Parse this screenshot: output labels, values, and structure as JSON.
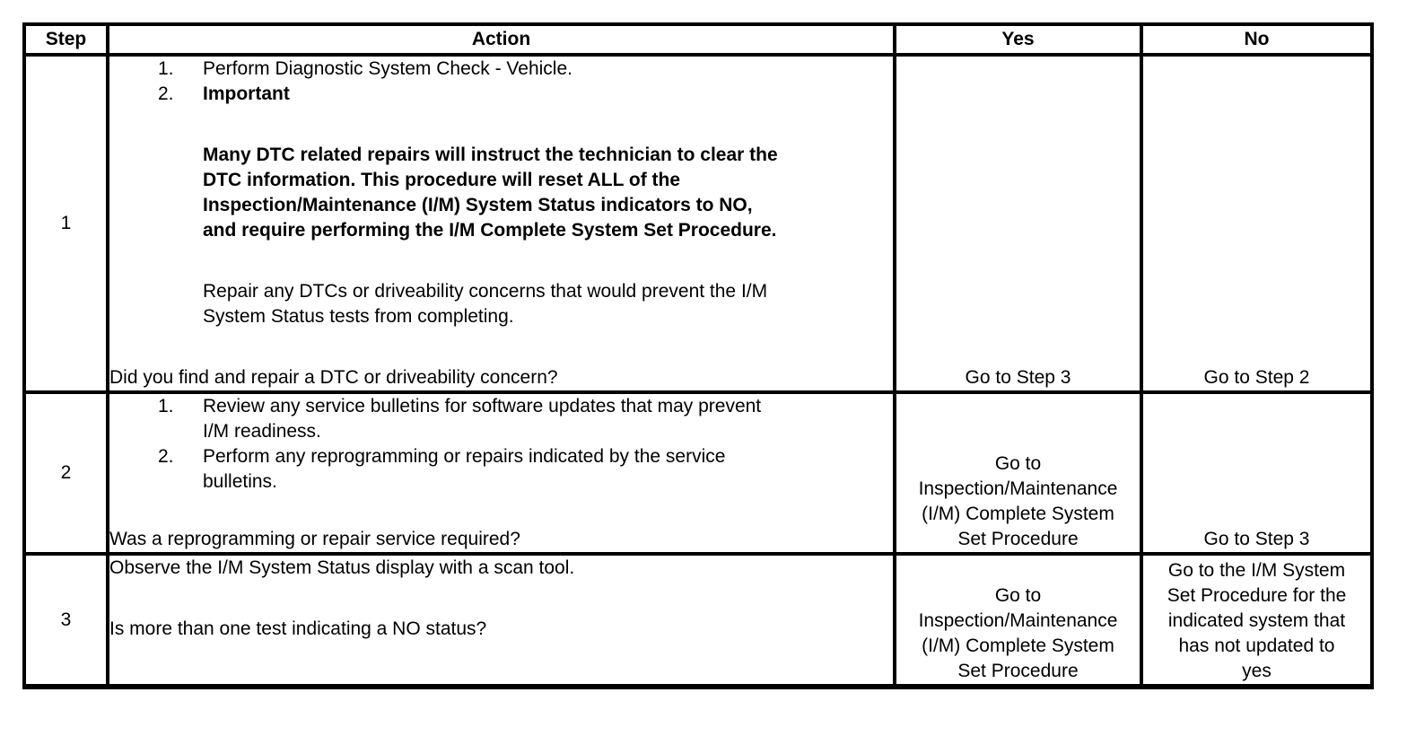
{
  "table": {
    "headers": {
      "step": "Step",
      "action": "Action",
      "yes": "Yes",
      "no": "No"
    },
    "rows": [
      {
        "step": "1",
        "list": [
          {
            "num": "1.",
            "text": "Perform Diagnostic System Check - Vehicle."
          },
          {
            "num": "2.",
            "text": "Important"
          }
        ],
        "bold_para": "Many DTC related repairs will instruct the technician to clear the\nDTC information. This procedure will reset ALL of the\nInspection/Maintenance (I/M) System Status indicators to NO,\nand require performing the I/M Complete System Set Procedure.",
        "para": "Repair any DTCs or driveability concerns that would prevent the I/M\nSystem Status tests from completing.",
        "question": "Did you find and repair a DTC or driveability concern?",
        "yes": "Go to Step 3",
        "no": "Go to Step 2"
      },
      {
        "step": "2",
        "list": [
          {
            "num": "1.",
            "text": "Review any service bulletins for software updates that may prevent\nI/M readiness."
          },
          {
            "num": "2.",
            "text": "Perform any reprogramming or repairs indicated by the service\nbulletins."
          }
        ],
        "question": "Was a reprogramming or repair service required?",
        "yes": "Go to\nInspection/Maintenance\n(I/M) Complete System\nSet Procedure",
        "no": "Go to Step 3"
      },
      {
        "step": "3",
        "para": "Observe the I/M System Status display with a scan tool.",
        "question": "Is more than one test indicating a NO status?",
        "yes": "Go to\nInspection/Maintenance\n(I/M) Complete System\nSet Procedure",
        "no": "Go to the I/M System\nSet Procedure for the\nindicated system that\nhas not updated to\nyes"
      }
    ]
  }
}
